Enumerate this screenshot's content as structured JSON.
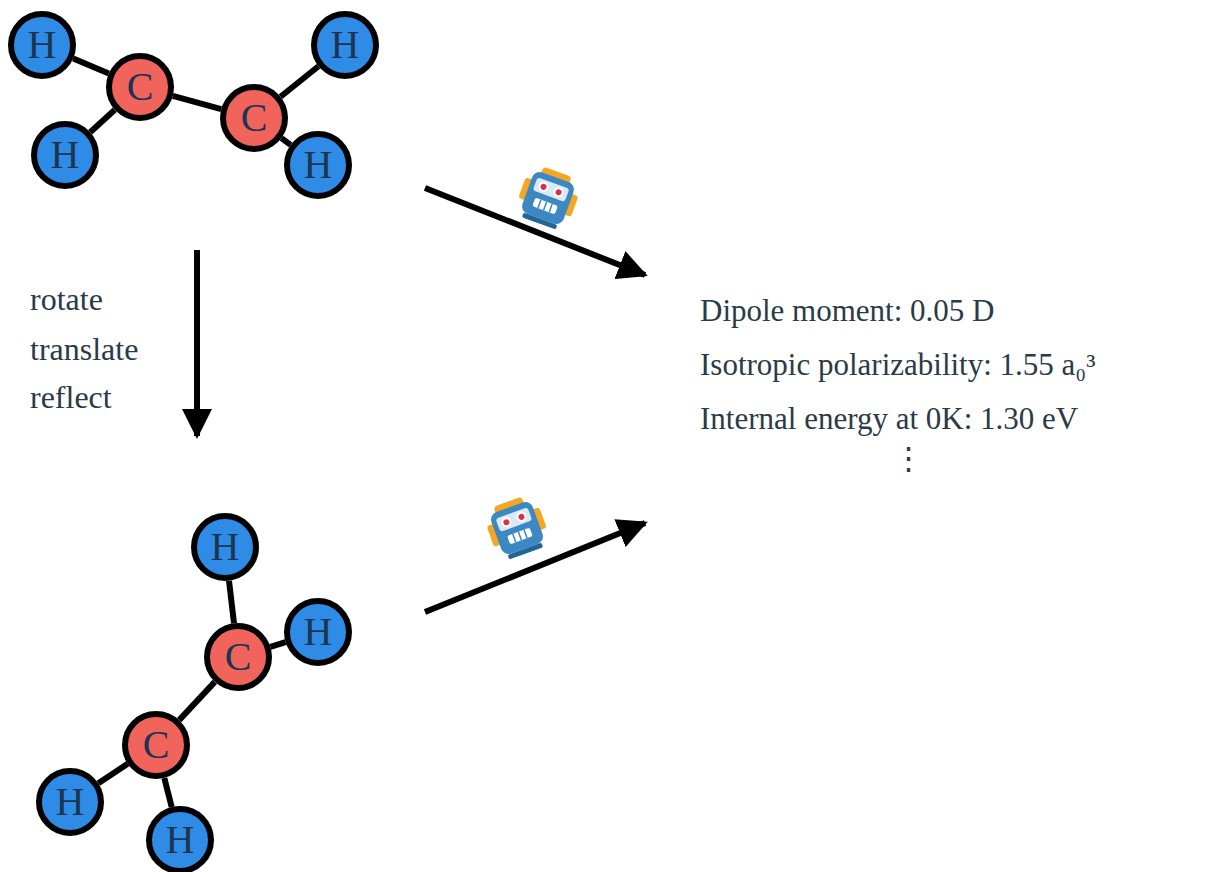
{
  "diagram": {
    "nodes": [
      {
        "text": [
          "H"
        ]
      },
      {
        "text": [
          "H"
        ]
      },
      {
        "text": [
          "C"
        ]
      },
      {
        "text": [
          "C"
        ]
      },
      {
        "text": [
          "H"
        ]
      },
      {
        "text": [
          "H"
        ]
      },
      {
        "text": [
          "H"
        ]
      },
      {
        "text": [
          "H"
        ]
      },
      {
        "text": [
          "C"
        ]
      },
      {
        "text": [
          "C"
        ]
      },
      {
        "text": [
          "H"
        ]
      },
      {
        "text": [
          "H"
        ]
      }
    ],
    "edges": [
      {
        "from": 0,
        "to": 2,
        "arrow": "none"
      },
      {
        "from": 2,
        "to": 4,
        "arrow": "none"
      },
      {
        "from": 2,
        "to": 3,
        "arrow": "none"
      },
      {
        "from": 3,
        "to": 1,
        "arrow": "none"
      },
      {
        "from": 3,
        "to": 5,
        "arrow": "none"
      },
      {
        "from": 6,
        "to": 8,
        "arrow": "none"
      },
      {
        "from": 7,
        "to": 8,
        "arrow": "none"
      },
      {
        "from": 8,
        "to": 9,
        "arrow": "none"
      },
      {
        "from": 9,
        "to": 10,
        "arrow": "none"
      },
      {
        "from": 9,
        "to": 11,
        "arrow": "none"
      }
    ],
    "labels": [
      "rotate",
      "translate",
      "reflect",
      "Dipole moment: 0.05 D",
      "Isotropic polarizability: 1.55 a₀³",
      "Internal energy at 0K: 1.30 eV",
      "⋮"
    ]
  }
}
